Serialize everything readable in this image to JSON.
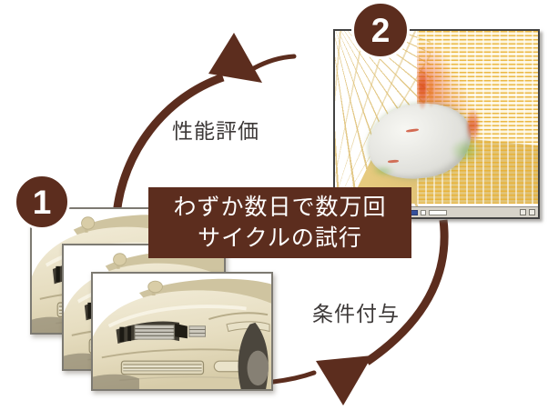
{
  "diagram": {
    "center_box": {
      "line1": "わずか数日で数万回",
      "line2": "サイクルの試行"
    },
    "steps": [
      {
        "number": "1",
        "alt": "車デザイン案の画像3枚"
      },
      {
        "number": "2",
        "alt": "車体まわりの流体シミュレーション画面"
      }
    ],
    "arrows": [
      {
        "label": "性能評価",
        "position": "top-left"
      },
      {
        "label": "条件付与",
        "position": "bottom-right"
      }
    ],
    "colors": {
      "accent": "#5C2D1E",
      "label_text": "#3D3938",
      "background": "#FFFFFF",
      "sim_floor": "#DDBE72",
      "sim_streamline": "#E9B234"
    }
  }
}
